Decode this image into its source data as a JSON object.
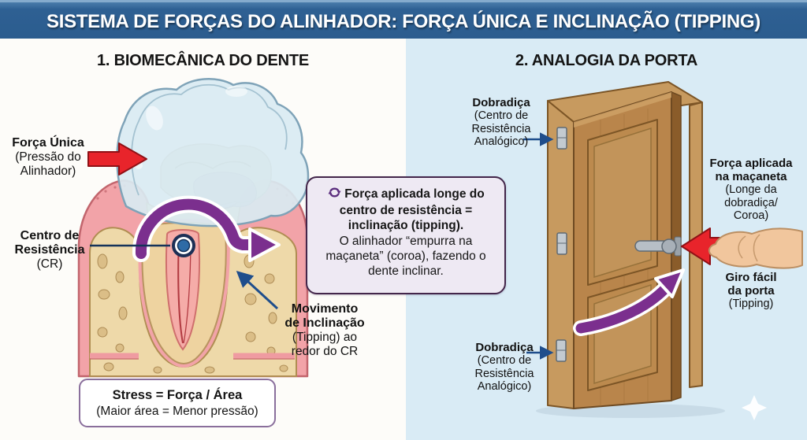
{
  "title": "SISTEMA DE FORÇAS DO ALINHADOR: FORÇA ÚNICA E INCLINAÇÃO (TIPPING)",
  "left_panel": {
    "heading": "1. BIOMECÂNICA DO DENTE",
    "labels": {
      "forca_unica": {
        "bold": "Força Única",
        "note": "(Pressão do\nAlinhador)"
      },
      "centro_resistencia": {
        "bold": "Centro de\nResistência",
        "note": "(CR)"
      },
      "movimento": {
        "bold": "Movimento\nde Inclinação",
        "note": "(Tipping) ao\nredor do CR"
      }
    },
    "stress_box": {
      "line1": "Stress = Força / Área",
      "line2": "(Maior área = Menor pressão)"
    }
  },
  "callout": {
    "icon": "rotation-arrows-icon",
    "bold_text": "Força aplicada longe do centro de resistência = inclinação (tipping).",
    "normal_text": "O alinhador “empurra na maçaneta” (coroa), fazendo o dente inclinar."
  },
  "right_panel": {
    "heading": "2. ANALOGIA DA PORTA",
    "labels": {
      "dobradica_top": {
        "bold": "Dobradiça",
        "note": "(Centro de\nResistência\nAnalógico)"
      },
      "forca_macaneta": {
        "bold": "Força aplicada\nna maçaneta",
        "note": "(Longe da\ndobradiça/\nCoroa)"
      },
      "giro": {
        "bold": "Giro fácil\nda porta",
        "note": "(Tipping)"
      },
      "dobradica_bottom": {
        "bold": "Dobradiça",
        "note": "(Centro de\nResistência\nAnalógico)"
      }
    },
    "decorations": {
      "sparkle": "sparkle-icon"
    }
  },
  "colors": {
    "banner_blue": "#2b5c8e",
    "panel_left_bg": "#fdfcf9",
    "panel_right_bg": "#d9ebf5",
    "accent_purple": "#7b2f8e",
    "force_red": "#e8242b",
    "pointer_blue": "#1f4e8c",
    "callout_bg": "#eee9f3",
    "callout_border": "#43264a",
    "door_wood": "#b9854b",
    "gum_pink": "#f2a3a8",
    "bone_tan": "#eed9a9",
    "aligner_blue": "#d9eaf2"
  }
}
